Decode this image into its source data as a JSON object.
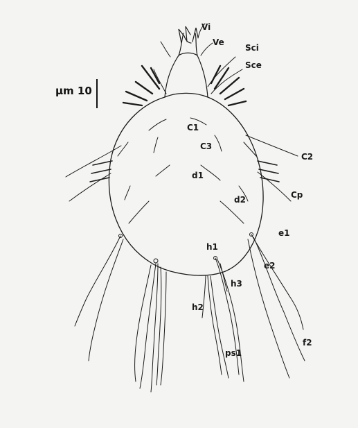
{
  "scale": {
    "text": "µm 10"
  },
  "labels": {
    "vi": "Vi",
    "ve": "Ve",
    "sci": "Sci",
    "sce": "Sce",
    "c1": "C1",
    "c3": "C3",
    "c2": "C2",
    "d1": "d1",
    "d2": "d2",
    "cp": "Cp",
    "e1": "e1",
    "e2": "e2",
    "h1": "h1",
    "h3": "h3",
    "h2": "h2",
    "ps1": "ps1",
    "f2": "f2"
  },
  "colors": {
    "ink": "#1a1a1a",
    "paper": "#f4f4f2"
  }
}
